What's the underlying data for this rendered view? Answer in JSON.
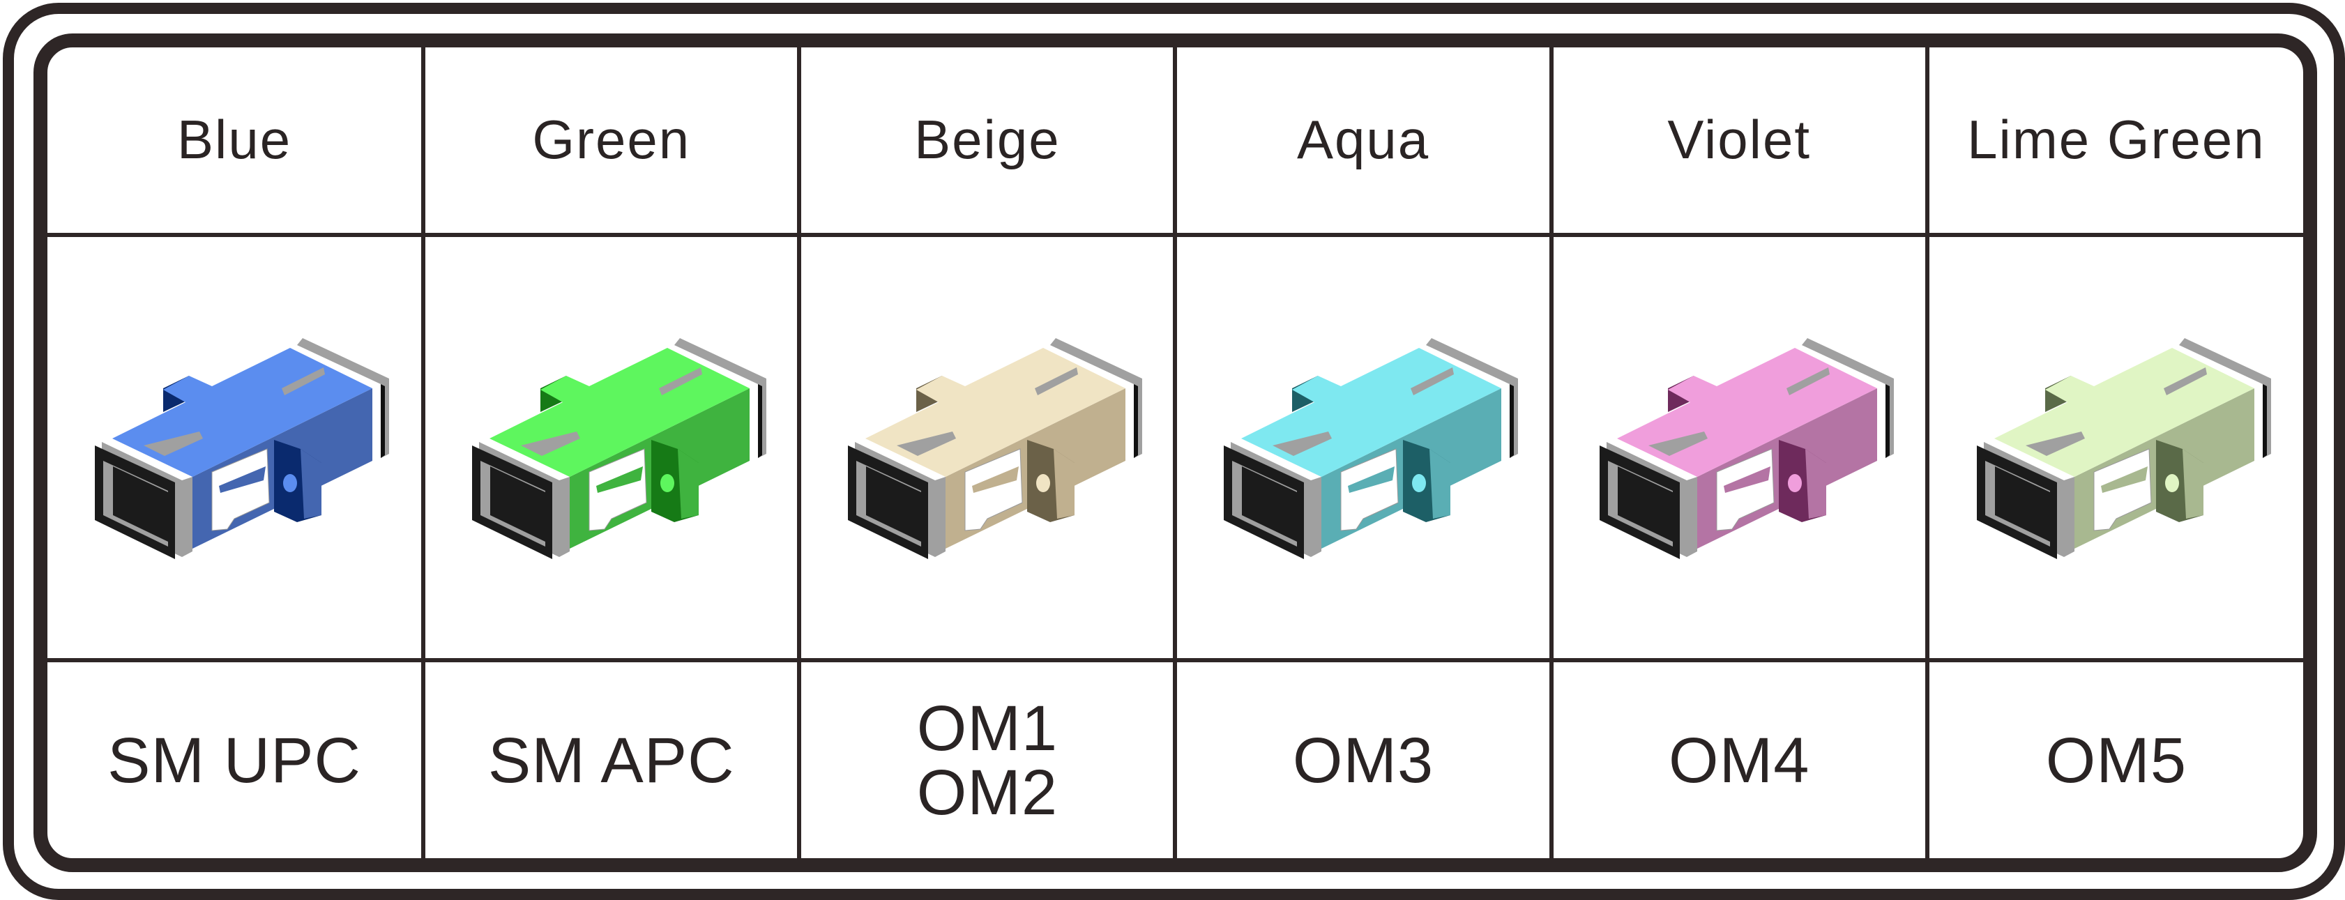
{
  "columns": [
    {
      "color_name": "Blue",
      "type_lines": [
        "SM UPC"
      ],
      "colors": {
        "top": "#5b8def",
        "side": "#4466b0",
        "dark": "#0a2a6e"
      }
    },
    {
      "color_name": "Green",
      "type_lines": [
        "SM APC"
      ],
      "colors": {
        "top": "#5ef65e",
        "side": "#3fb33f",
        "dark": "#167a16"
      }
    },
    {
      "color_name": "Beige",
      "type_lines": [
        "OM1",
        "OM2"
      ],
      "colors": {
        "top": "#f0e4c4",
        "side": "#c0b08f",
        "dark": "#6b6148"
      }
    },
    {
      "color_name": "Aqua",
      "type_lines": [
        "OM3"
      ],
      "colors": {
        "top": "#7ee8f0",
        "side": "#5aaeb4",
        "dark": "#1d5f66"
      }
    },
    {
      "color_name": "Violet",
      "type_lines": [
        "OM4"
      ],
      "colors": {
        "top": "#f09edc",
        "side": "#b474a4",
        "dark": "#6e2a5c"
      }
    },
    {
      "color_name": "Lime Green",
      "type_lines": [
        "OM5"
      ],
      "colors": {
        "top": "#e0f5c4",
        "side": "#a8b890",
        "dark": "#5a6a48"
      }
    }
  ]
}
